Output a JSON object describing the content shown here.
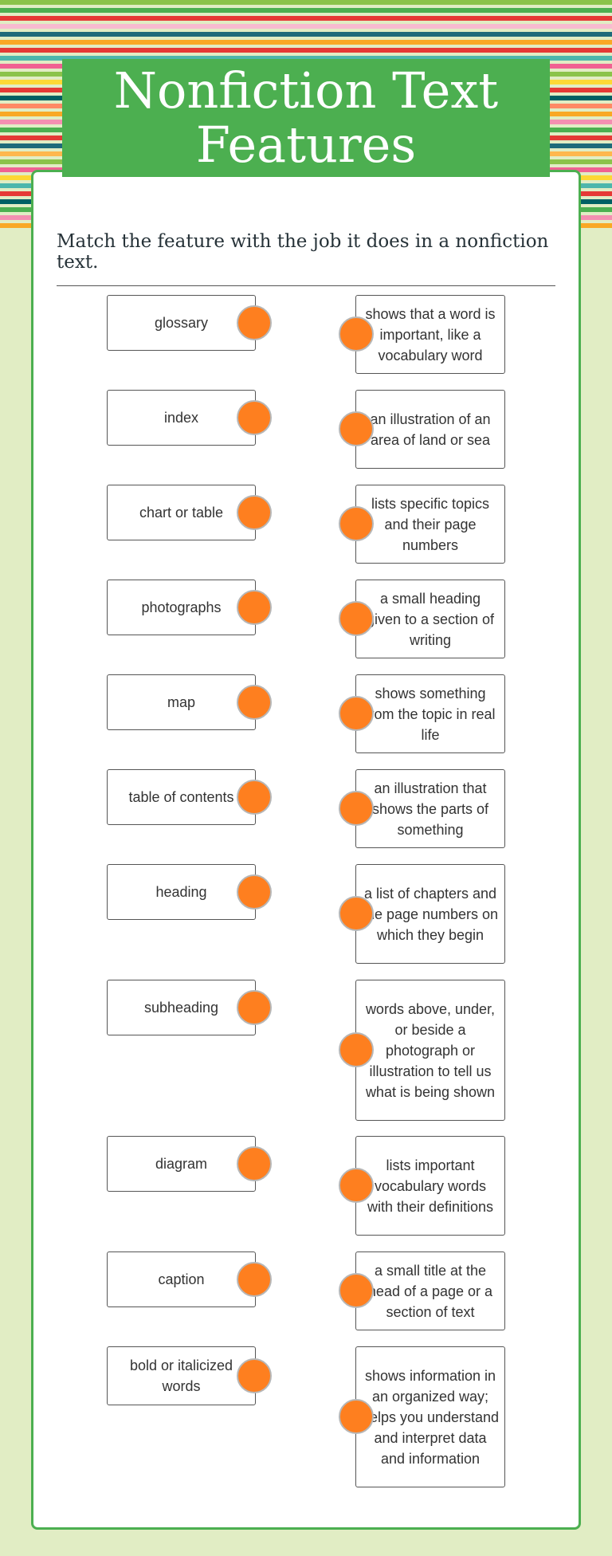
{
  "title": "Nonfiction Text Features",
  "instructions": "Match the feature with the job it does in a nonfiction text.",
  "colors": {
    "banner": "#4caf50",
    "dot": "#fe7f1f",
    "background": "#e1edc4",
    "stripes": [
      "#8bc34a",
      "#4caf50",
      "#e53935",
      "#f8bbd0",
      "#1e6b7a",
      "#f9a825",
      "#e53935",
      "#4db6ac",
      "#f06292",
      "#8bc34a",
      "#fdd835",
      "#e53935",
      "#006064",
      "#ff8a65",
      "#f9a825",
      "#f48fb1",
      "#4caf50",
      "#e53935",
      "#1e6b7a",
      "#ffb74d",
      "#8bc34a",
      "#f06292",
      "#fdd835",
      "#4db6ac",
      "#e53935",
      "#006064",
      "#4caf50",
      "#f48fb1",
      "#f9a825"
    ]
  },
  "features": [
    "glossary",
    "index",
    "chart or table",
    "photographs",
    "map",
    "table of contents",
    "heading",
    "subheading",
    "diagram",
    "caption",
    "bold or italicized words"
  ],
  "definitions": [
    "shows that a word is important, like a vocabulary word",
    "an illustration of an area of land or sea",
    "lists specific topics and their page numbers",
    "a small heading given to a section of writing",
    "shows something from the topic in real life",
    "an illustration that shows the parts of something",
    "a list of chapters and the page numbers on which they begin",
    "words above, under, or beside a photograph or illustration to tell us what is being shown",
    "lists important vocabulary words with their definitions",
    "a small title at the head of a page or a section of text",
    "shows information in an organized way; helps you understand and interpret data and information"
  ]
}
